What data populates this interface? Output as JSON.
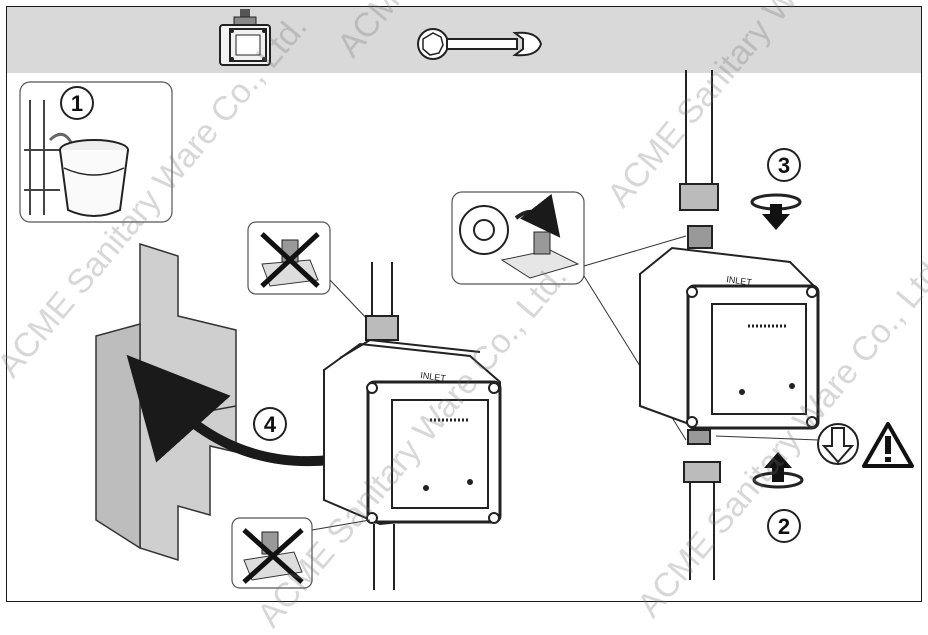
{
  "watermark": "ACME Sanitary Ware Co., Ltd.",
  "steps": [
    "1",
    "2",
    "3",
    "4"
  ],
  "unit_label": "INLET",
  "icons": {
    "header_left": "pump-unit-icon",
    "header_right": "wrench-icon",
    "warning": "warning-triangle-icon",
    "drain": "drain-arrow-icon"
  },
  "colors": {
    "header": "#d9d9d9",
    "line": "#1a1a1a",
    "wall": "#c8c8c8"
  }
}
